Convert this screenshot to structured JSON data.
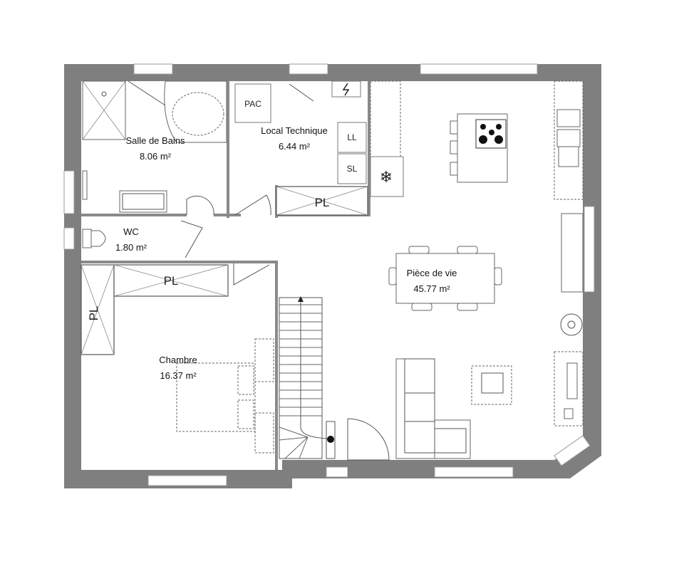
{
  "rooms": [
    {
      "name": "Salle de Bains",
      "area": "8.06 m²"
    },
    {
      "name": "Local Technique",
      "area": "6.44 m²"
    },
    {
      "name": "WC",
      "area": "1.80 m²"
    },
    {
      "name": "Chambre",
      "area": "16.37 m²"
    },
    {
      "name": "Pièce de vie",
      "area": "45.77 m²"
    }
  ],
  "equipment": {
    "pac": "PAC",
    "ll": "LL",
    "sl": "SL",
    "pl_1": "PL",
    "pl_2": "PL",
    "pl_3": "PL"
  }
}
